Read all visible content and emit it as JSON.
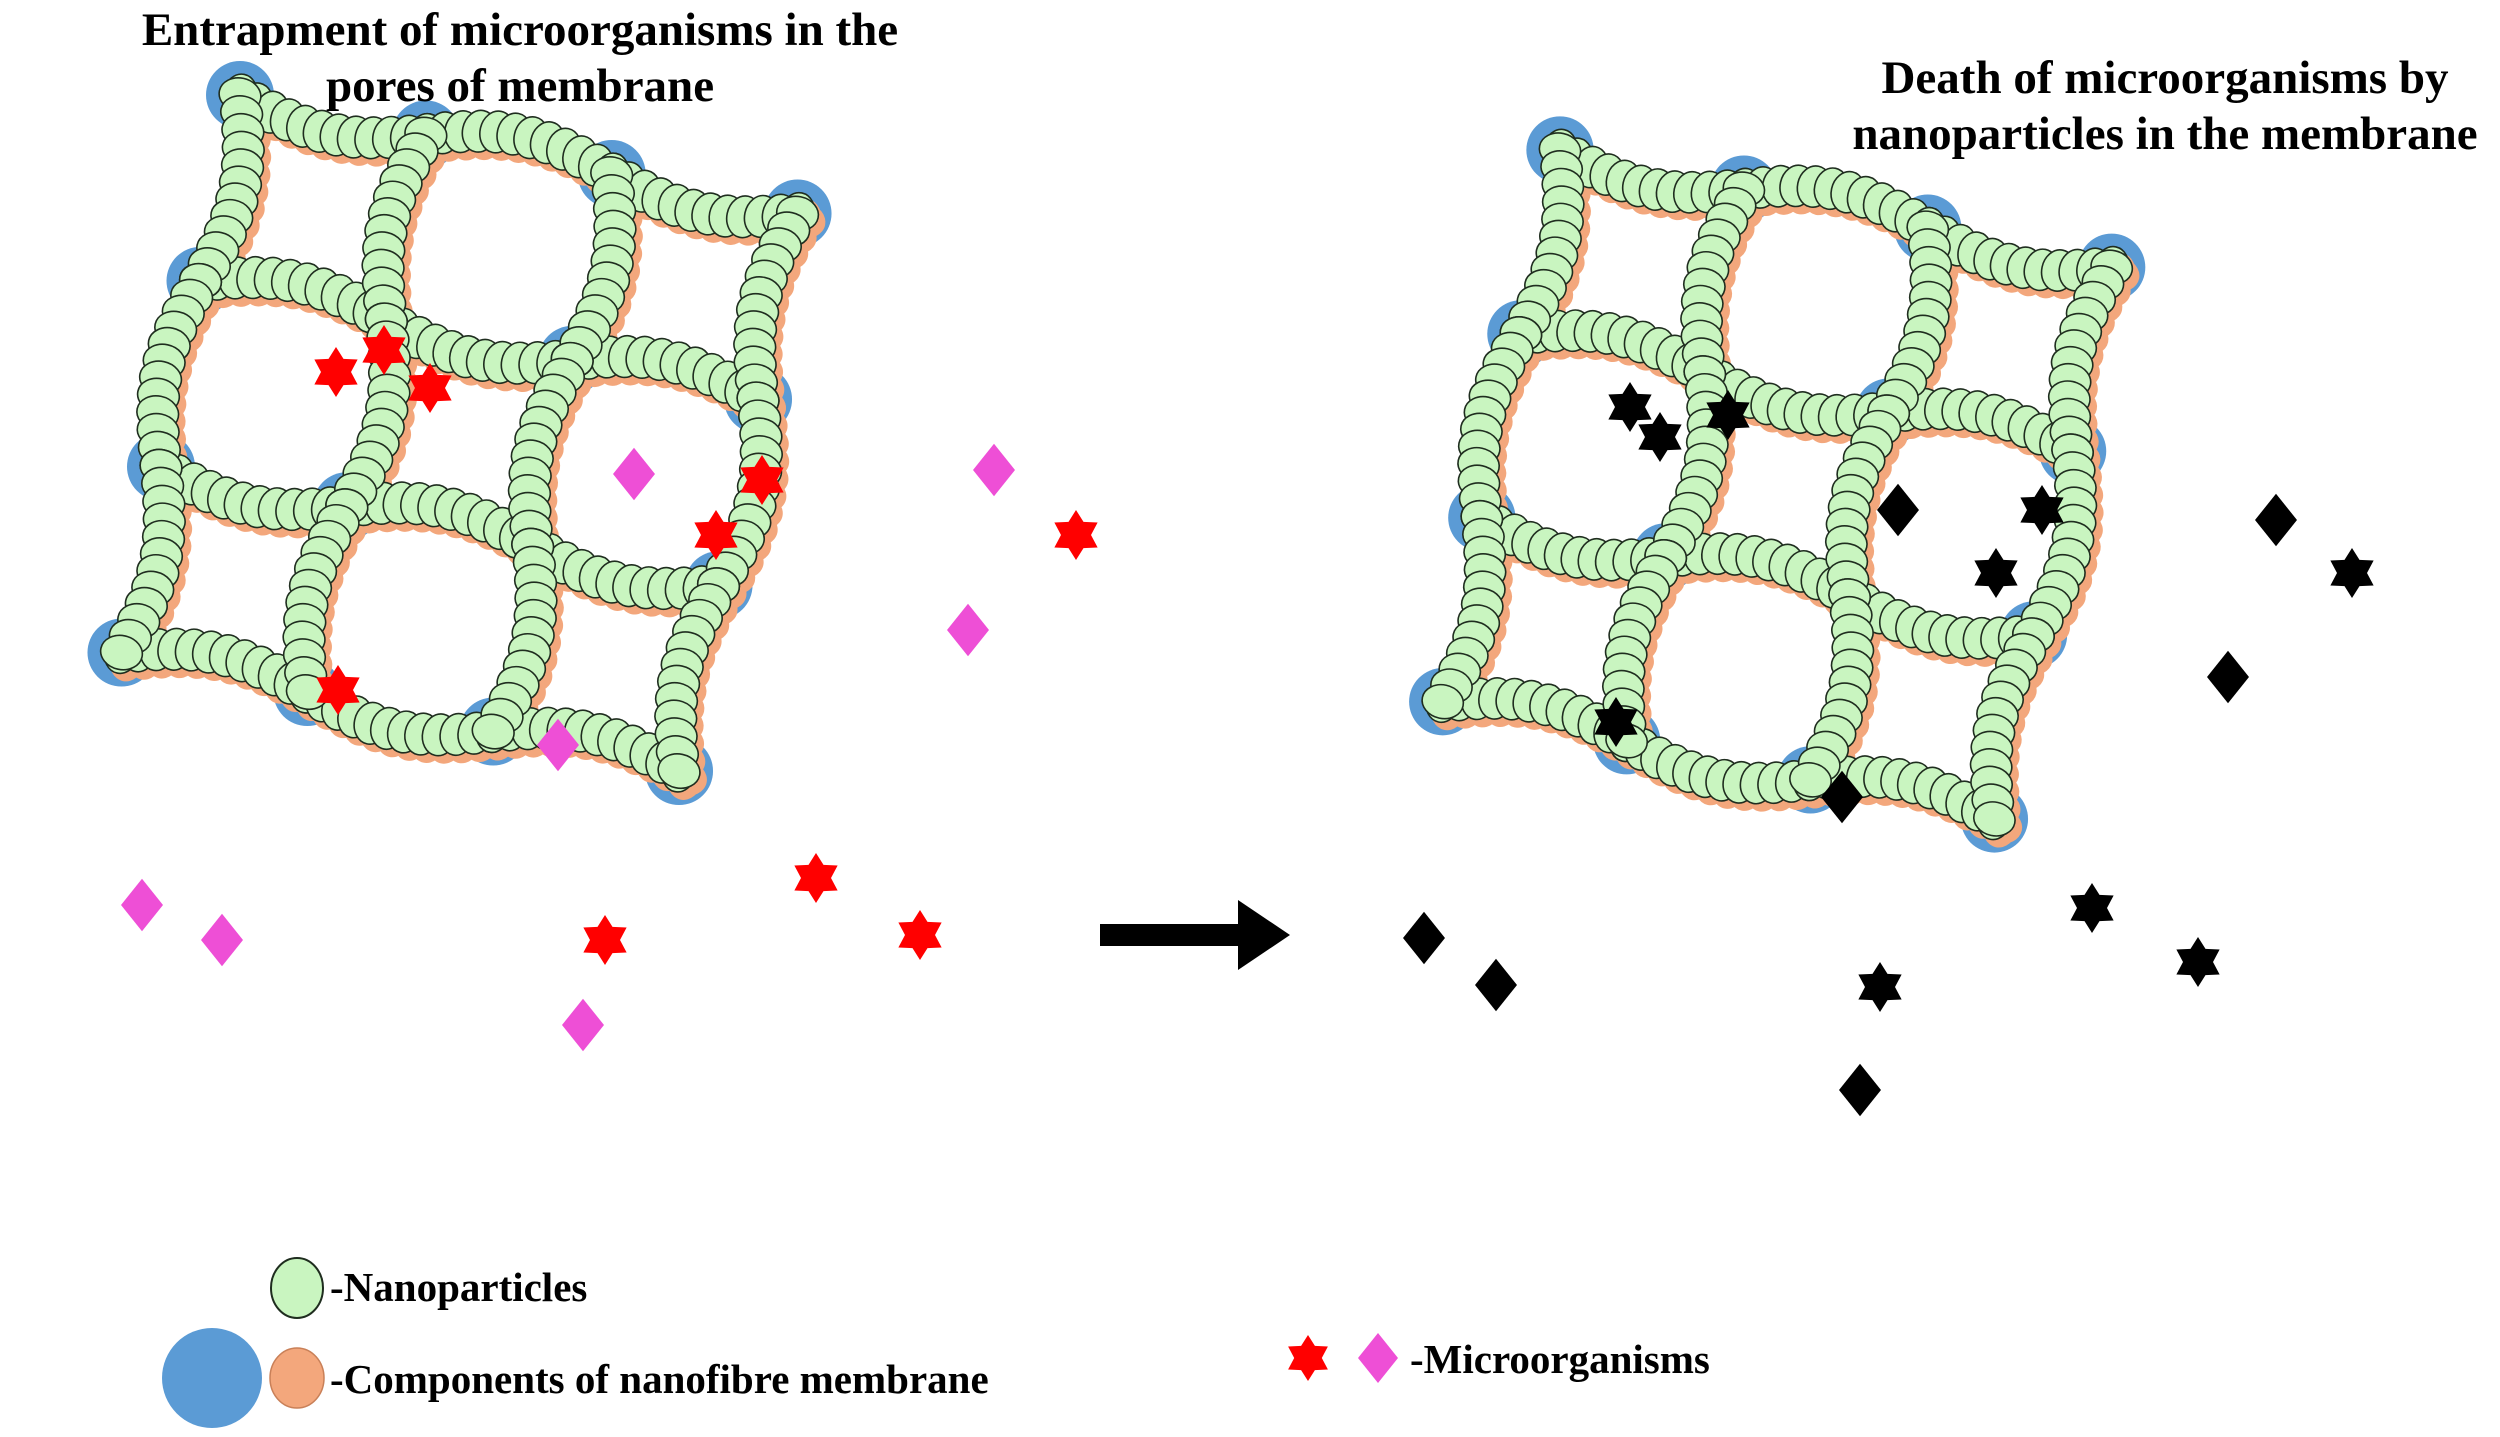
{
  "titles": {
    "left": [
      "Entrapment of microorganisms in the",
      "pores of membrane"
    ],
    "right": [
      "Death of microorganisms by",
      "nanoparticles in the membrane"
    ]
  },
  "legend": {
    "nanoparticles": "-Nanoparticles",
    "components": "-Components of nanofibre membrane",
    "microorganisms": "-Microorganisms"
  },
  "colors": {
    "nanoparticle_fill": "#c9f5c0",
    "nanoparticle_stroke": "#1f2d1f",
    "fibre_component": "#f3a77c",
    "junction": "#5b9bd5",
    "live_microbe_star": "#ff0000",
    "live_microbe_diamond": "#ee4fd6",
    "dead_microbe": "#000000",
    "arrow": "#000000"
  },
  "icons": [
    "nanoparticle-icon",
    "fibre-component-icon",
    "junction-node-icon",
    "star-microorganism-icon",
    "diamond-microorganism-icon",
    "right-arrow-icon"
  ]
}
